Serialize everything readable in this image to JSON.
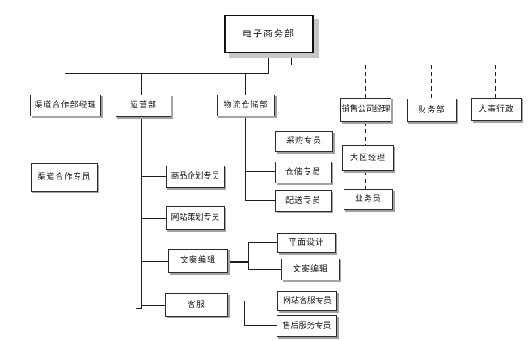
{
  "diagram": {
    "type": "org-chart",
    "root": "电子商务部"
  },
  "nodes": {
    "ecommerce": {
      "label": "电子商务部"
    },
    "channel_manager": {
      "label": "渠道合作部经理"
    },
    "operations": {
      "label": "运营部"
    },
    "logistics": {
      "label": "物流仓储部"
    },
    "sales_manager": {
      "label": "销售公司经理"
    },
    "finance": {
      "label": "财务部"
    },
    "hr_admin": {
      "label": "人事行政"
    },
    "channel_specialist": {
      "label": "渠道合作专员"
    },
    "product_planning": {
      "label": "商品企划专员"
    },
    "web_planning": {
      "label": "网站策划专员"
    },
    "copywriting": {
      "label": "文案编辑"
    },
    "customer_service": {
      "label": "客服"
    },
    "purchasing": {
      "label": "采购专员"
    },
    "warehousing": {
      "label": "仓储专员"
    },
    "delivery": {
      "label": "配送专员"
    },
    "graphic_design": {
      "label": "平面设计"
    },
    "copy_editing": {
      "label": "文案编辑"
    },
    "web_cs": {
      "label": "网站客服专员"
    },
    "after_sales": {
      "label": "售后服务专员"
    },
    "regional_manager": {
      "label": "大区经理"
    },
    "salesperson": {
      "label": "业务员"
    }
  },
  "edges": [
    {
      "from": "ecommerce",
      "to": "channel_manager",
      "style": "solid"
    },
    {
      "from": "ecommerce",
      "to": "operations",
      "style": "solid"
    },
    {
      "from": "ecommerce",
      "to": "logistics",
      "style": "solid"
    },
    {
      "from": "ecommerce",
      "to": "sales_manager",
      "style": "dashed"
    },
    {
      "from": "ecommerce",
      "to": "finance",
      "style": "dashed"
    },
    {
      "from": "ecommerce",
      "to": "hr_admin",
      "style": "dashed"
    },
    {
      "from": "channel_manager",
      "to": "channel_specialist",
      "style": "solid"
    },
    {
      "from": "operations",
      "to": "product_planning",
      "style": "solid"
    },
    {
      "from": "operations",
      "to": "web_planning",
      "style": "solid"
    },
    {
      "from": "operations",
      "to": "copywriting",
      "style": "solid"
    },
    {
      "from": "operations",
      "to": "customer_service",
      "style": "solid"
    },
    {
      "from": "logistics",
      "to": "purchasing",
      "style": "solid"
    },
    {
      "from": "logistics",
      "to": "warehousing",
      "style": "solid"
    },
    {
      "from": "logistics",
      "to": "delivery",
      "style": "solid"
    },
    {
      "from": "copywriting",
      "to": "graphic_design",
      "style": "solid"
    },
    {
      "from": "copywriting",
      "to": "copy_editing",
      "style": "solid"
    },
    {
      "from": "customer_service",
      "to": "web_cs",
      "style": "solid"
    },
    {
      "from": "customer_service",
      "to": "after_sales",
      "style": "solid"
    },
    {
      "from": "sales_manager",
      "to": "regional_manager",
      "style": "dashed"
    },
    {
      "from": "regional_manager",
      "to": "salesperson",
      "style": "dashed"
    }
  ],
  "colors": {
    "background": "#ffffff",
    "line": "#1f1f1f",
    "box_border": "#2b2b2b",
    "box_shadow": "#a3a3a3",
    "root_shadow": "#c6c6c6",
    "text": "#1a1a1a"
  }
}
